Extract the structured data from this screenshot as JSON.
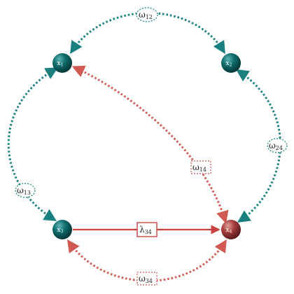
{
  "colors": {
    "teal": "#1a7f7f",
    "red": "#d05a52",
    "solid_red": "#c8413d",
    "node_teal": "#0f5a5a",
    "node_red": "#8a2e2e"
  },
  "nodes": {
    "n1": {
      "base": "x",
      "sub": "1"
    },
    "n2": {
      "base": "x",
      "sub": "2"
    },
    "n3": {
      "base": "x",
      "sub": "3"
    },
    "n4": {
      "base": "x",
      "sub": "4"
    }
  },
  "edges": {
    "w12": {
      "base": "ω",
      "sub": "12"
    },
    "w13": {
      "base": "ω",
      "sub": "13"
    },
    "w24": {
      "base": "ω",
      "sub": "24"
    },
    "w14": {
      "base": "ω",
      "sub": "14"
    },
    "w34": {
      "base": "ω",
      "sub": "34"
    },
    "l34": {
      "base": "λ",
      "sub": "34"
    }
  }
}
